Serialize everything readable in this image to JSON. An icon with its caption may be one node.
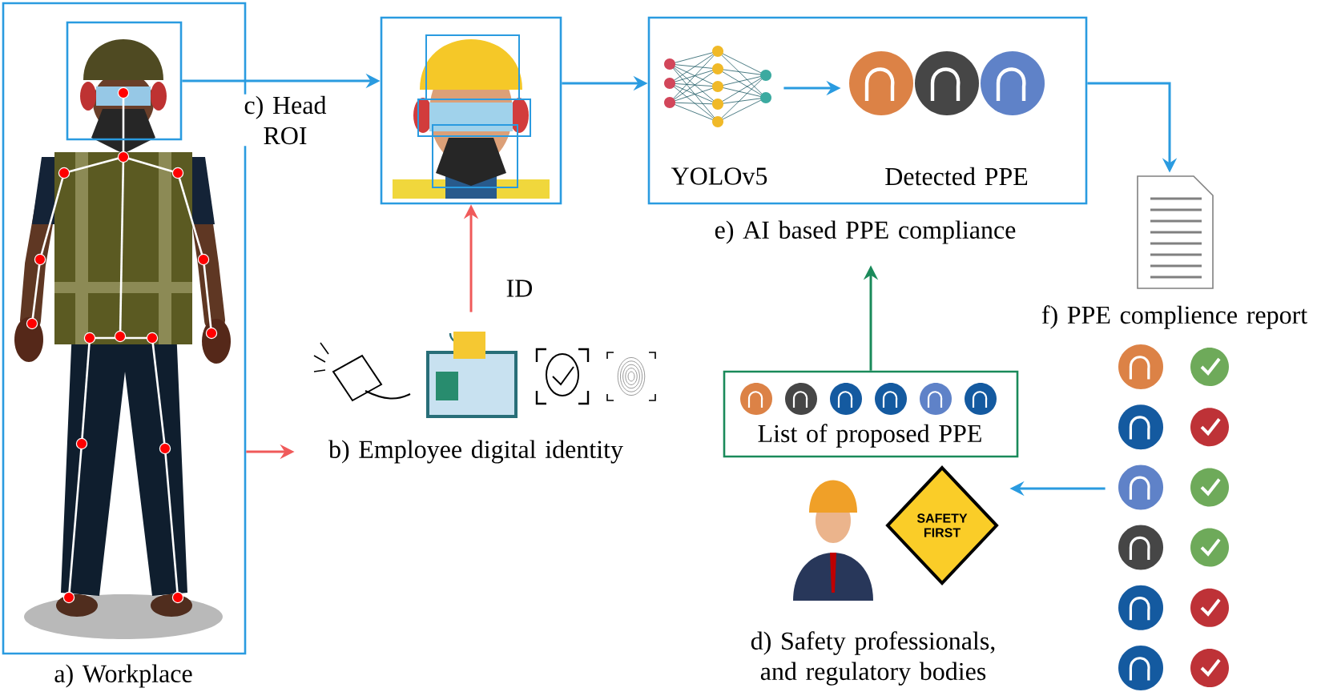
{
  "diagram": {
    "nodes": [
      {
        "text": [
          "a) Workplace"
        ]
      },
      {
        "text": [],
        "shape": "box",
        "in": 0
      },
      {
        "text": [],
        "shape": "picture"
      },
      {
        "text": [
          "e) AI based PPE compliance"
        ]
      },
      {
        "text": [
          "YOLOv5"
        ],
        "in": 3
      },
      {
        "text": [
          "Detected PPE"
        ],
        "in": 3
      },
      {
        "text": [
          "f) PPE complience report"
        ]
      },
      {
        "text": [
          "d) Safety professionals, and regulatory bodies"
        ]
      },
      {
        "text": [
          "List of proposed PPE"
        ]
      },
      {
        "text": [
          "b) Employee digital identity"
        ]
      }
    ],
    "edges": [
      {
        "from": 1,
        "to": 2,
        "arrow": "to",
        "label": "c) Head ROI"
      },
      {
        "from": 2,
        "to": 3,
        "arrow": "to"
      },
      {
        "from": 4,
        "to": 5,
        "arrow": "to"
      },
      {
        "from": 3,
        "to": 6,
        "arrow": "to"
      },
      {
        "from": 6,
        "to": 7,
        "arrow": "to"
      },
      {
        "from": 8,
        "to": 3,
        "arrow": "to",
        "color": "#1a8a5a"
      },
      {
        "from": 0,
        "to": 9,
        "arrow": "to",
        "color": "#f05a5a"
      },
      {
        "from": 9,
        "to": 2,
        "arrow": "to",
        "label": "ID",
        "color": "#f05a5a"
      }
    ],
    "labels": [
      "SAFETY FIRST"
    ]
  }
}
